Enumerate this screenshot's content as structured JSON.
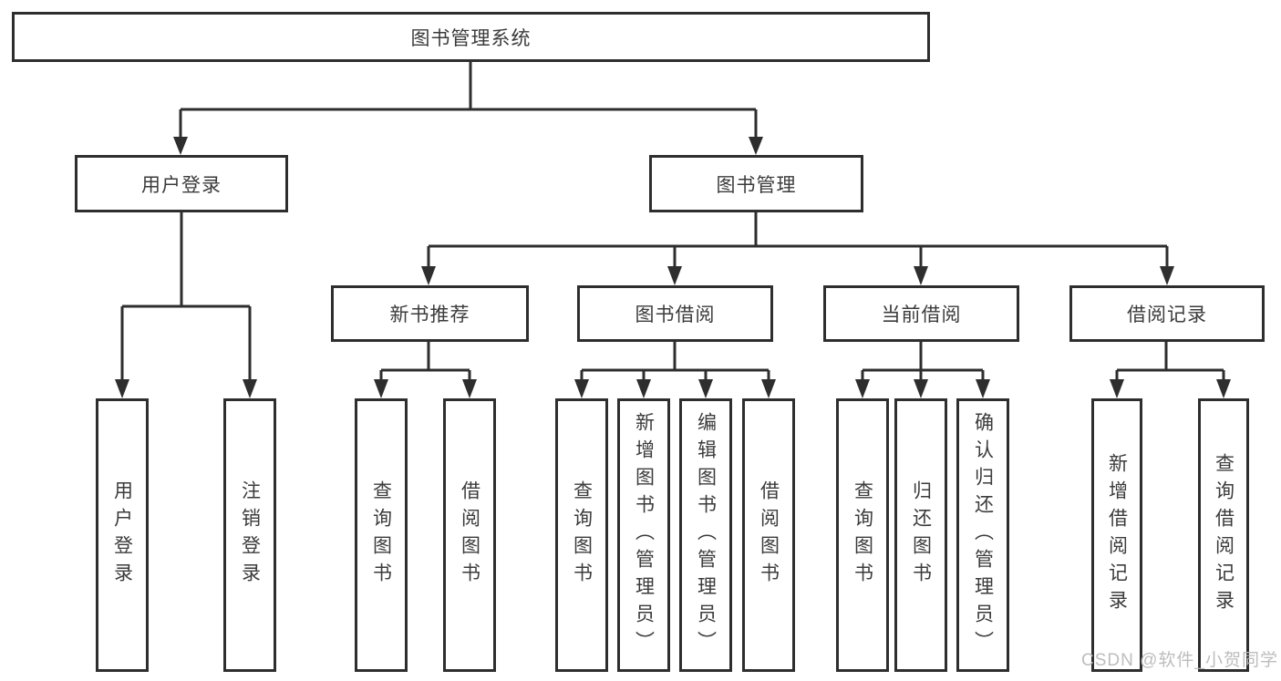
{
  "colors": {
    "line": "#2e2e2e",
    "node_border": "#2e2e2e",
    "node_text": "#3b3b3b",
    "background": "#ffffff",
    "watermark": "#b9b9b9"
  },
  "nodes": {
    "root": "图书管理系统",
    "user_login": "用户登录",
    "book_mgmt": "图书管理",
    "new_book_rec": "新书推荐",
    "book_borrow": "图书借阅",
    "current_borrow": "当前借阅",
    "borrow_records": "借阅记录",
    "leaf_user_login": "用户登录",
    "leaf_logout": "注销登录",
    "leaf_rec_query": "查询图书",
    "leaf_rec_borrow": "借阅图书",
    "leaf_bb_query": "查询图书",
    "leaf_bb_add": "新增图书（管理员）",
    "leaf_bb_edit": "编辑图书（管理员）",
    "leaf_bb_borrow": "借阅图书",
    "leaf_cb_query": "查询图书",
    "leaf_cb_return": "归还图书",
    "leaf_cb_confirm": "确认归还（管理员）",
    "leaf_br_add": "新增借阅记录",
    "leaf_br_query": "查询借阅记录"
  },
  "watermark": "CSDN @软件_小贺同学"
}
